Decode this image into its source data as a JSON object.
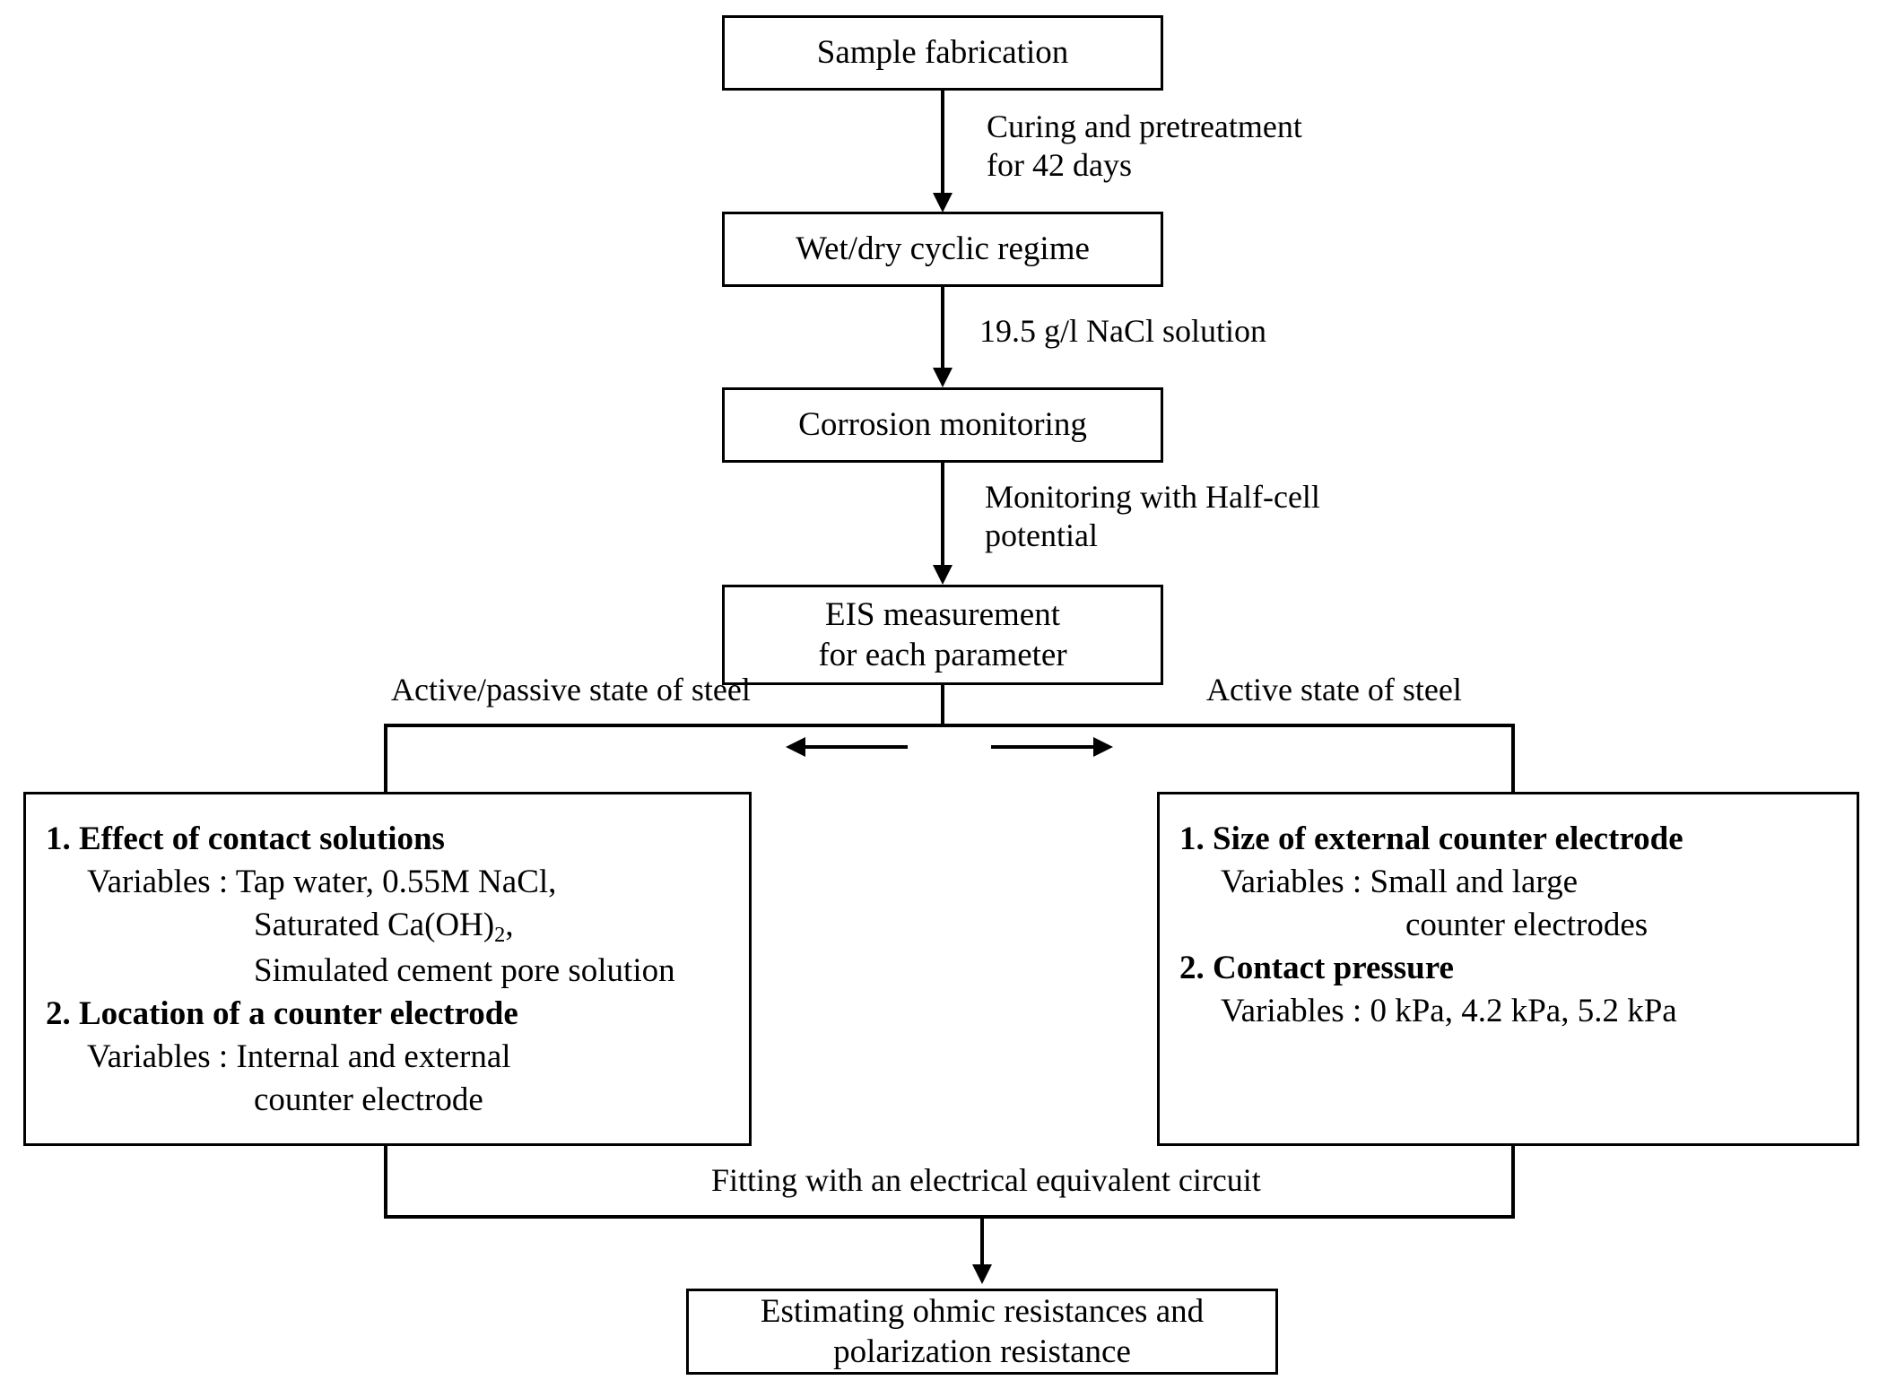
{
  "diagram": {
    "title": "Experimental flowchart",
    "nodes": {
      "sample_fabrication": {
        "line1": "Sample fabrication"
      },
      "wet_dry": {
        "line1": "Wet/dry cyclic regime"
      },
      "corrosion_monitoring": {
        "line1": "Corrosion monitoring"
      },
      "eis_measurement": {
        "line1": "EIS measurement",
        "line2": "for each parameter"
      },
      "estimating": {
        "line1": "Estimating ohmic resistances and",
        "line2": "polarization resistance"
      }
    },
    "edge_labels": {
      "curing": {
        "line1": "Curing and pretreatment",
        "line2": "for 42 days"
      },
      "nacl": {
        "line1": "19.5 g/l NaCl solution"
      },
      "half_cell": {
        "line1": "Monitoring with Half-cell",
        "line2": "potential"
      },
      "fitting": {
        "line1": "Fitting with an electrical equivalent circuit"
      }
    },
    "branch_labels": {
      "left": "Active/passive state of steel",
      "right": "Active state of steel"
    },
    "left_branch": {
      "item1": {
        "heading": "1. Effect of contact solutions",
        "sub1": "Variables  : Tap water, 0.55M NaCl,",
        "sub2_pre": "Saturated Ca(OH)",
        "sub2_sub": "2",
        "sub2_post": ",",
        "sub3": "Simulated cement pore solution"
      },
      "item2": {
        "heading": "2. Location of a counter electrode",
        "sub1": "Variables  :  Internal and external",
        "sub2": "counter electrode"
      }
    },
    "right_branch": {
      "item1": {
        "heading": "1. Size of external counter electrode",
        "sub1": "Variables  : Small and large",
        "sub2": "counter electrodes"
      },
      "item2": {
        "heading": "2. Contact pressure",
        "sub1": "Variables  : 0 kPa, 4.2 kPa, 5.2 kPa"
      }
    },
    "colors": {
      "stroke": "#000000",
      "background": "#ffffff",
      "text": "#000000"
    }
  }
}
